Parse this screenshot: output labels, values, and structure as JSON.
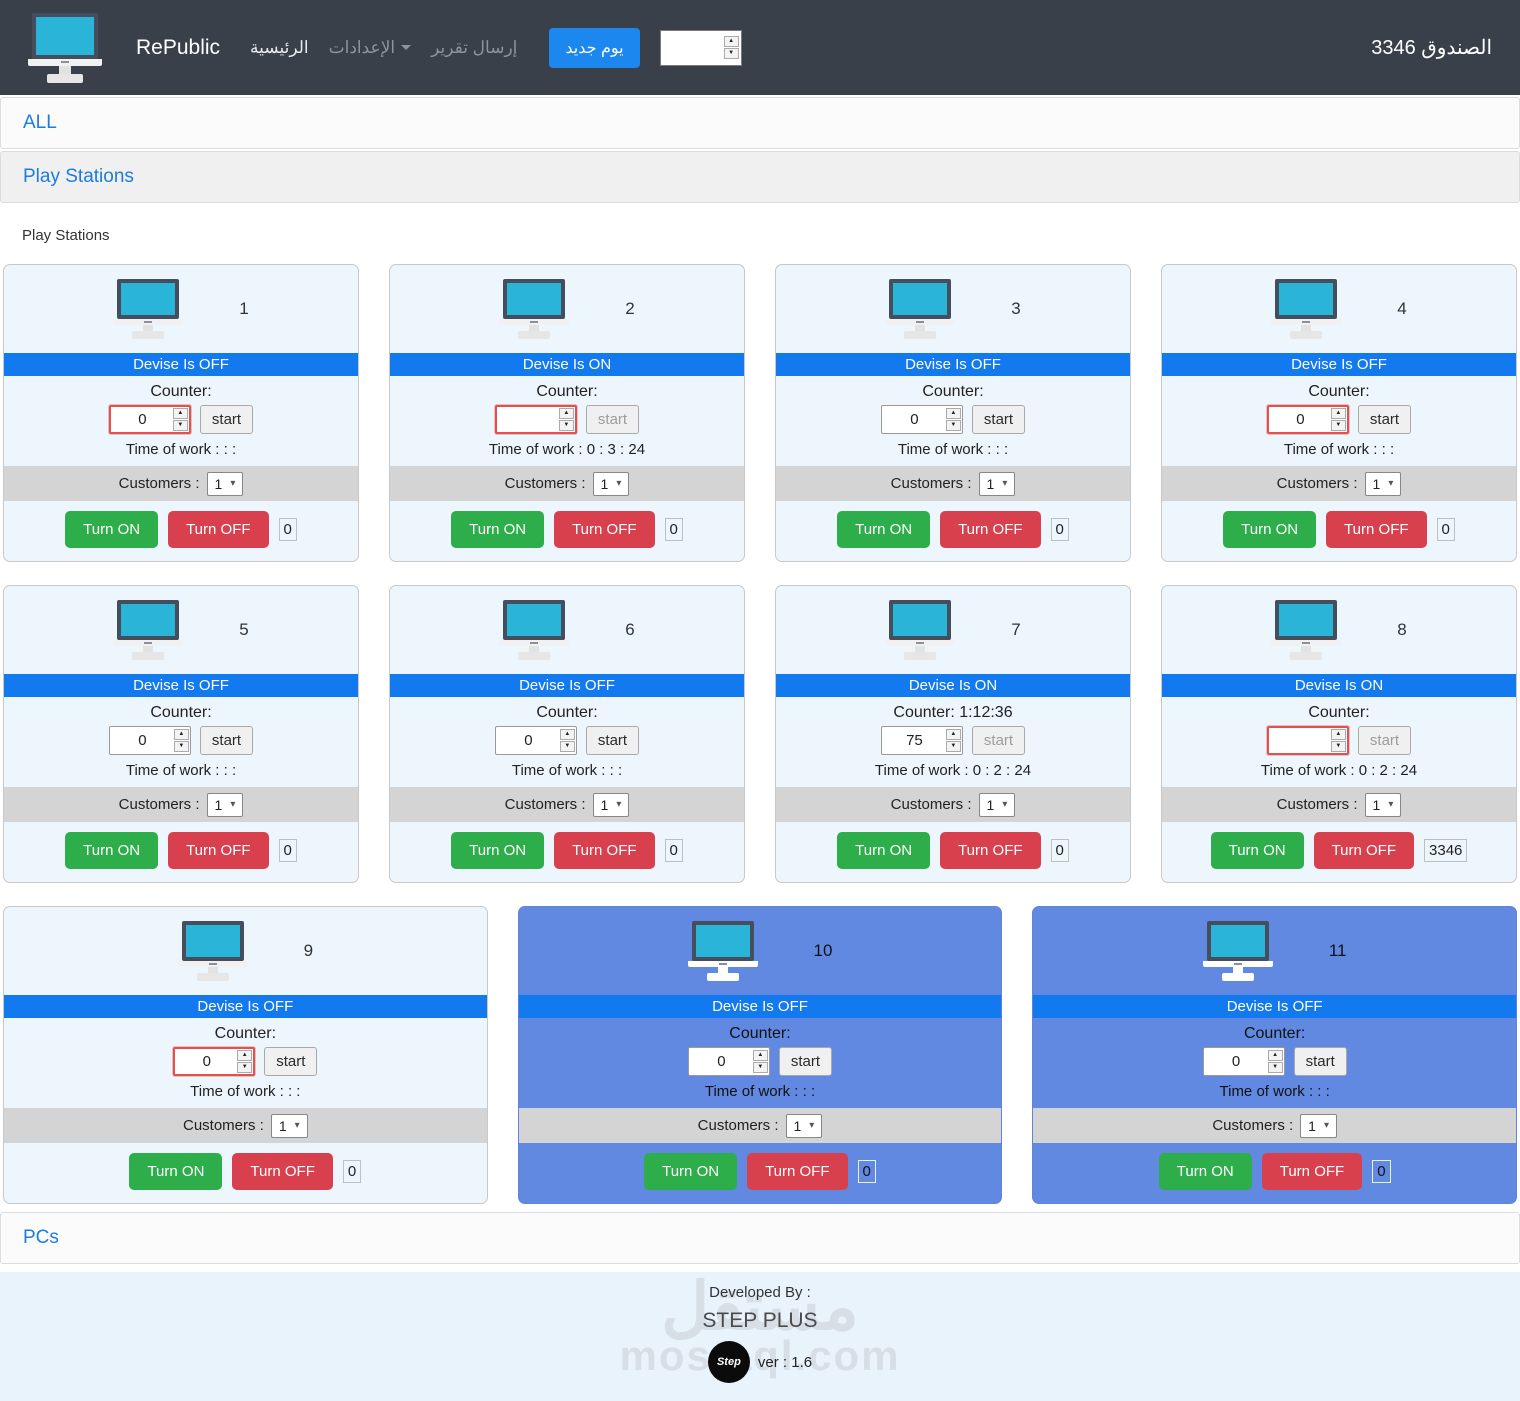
{
  "navbar": {
    "brand": "RePublic",
    "links": {
      "home": "الرئيسية",
      "settings": "الإعدادات",
      "send_report": "إرسال تقرير"
    },
    "new_day_button": "يوم جديد",
    "day_input_value": "",
    "cash_box": "الصندوق 3346"
  },
  "sections": {
    "all": "ALL",
    "play_stations": "Play Stations",
    "play_stations_sublabel": "Play Stations",
    "pcs": "PCs"
  },
  "card_common": {
    "counter_label": "Counter:",
    "start_label": "start",
    "customers_label": "Customers :",
    "turn_on": "Turn ON",
    "turn_off": "Turn OFF"
  },
  "cards": [
    {
      "number": "1",
      "status": "Devise Is OFF",
      "counter_label": "Counter:",
      "counter_value": "0",
      "counter_invalid": true,
      "start_disabled": false,
      "time_of_work": "Time of work : : :",
      "customers_value": "1",
      "badge": "0",
      "theme": "light"
    },
    {
      "number": "2",
      "status": "Devise Is ON",
      "counter_label": "Counter:",
      "counter_value": "",
      "counter_invalid": true,
      "start_disabled": true,
      "time_of_work": "Time of work : 0 : 3 : 24",
      "customers_value": "1",
      "badge": "0",
      "theme": "light"
    },
    {
      "number": "3",
      "status": "Devise Is OFF",
      "counter_label": "Counter:",
      "counter_value": "0",
      "counter_invalid": false,
      "start_disabled": false,
      "time_of_work": "Time of work : : :",
      "customers_value": "1",
      "badge": "0",
      "theme": "light"
    },
    {
      "number": "4",
      "status": "Devise Is OFF",
      "counter_label": "Counter:",
      "counter_value": "0",
      "counter_invalid": true,
      "start_disabled": false,
      "time_of_work": "Time of work : : :",
      "customers_value": "1",
      "badge": "0",
      "theme": "light"
    },
    {
      "number": "5",
      "status": "Devise Is OFF",
      "counter_label": "Counter:",
      "counter_value": "0",
      "counter_invalid": false,
      "start_disabled": false,
      "time_of_work": "Time of work : : :",
      "customers_value": "1",
      "badge": "0",
      "theme": "light"
    },
    {
      "number": "6",
      "status": "Devise Is OFF",
      "counter_label": "Counter:",
      "counter_value": "0",
      "counter_invalid": false,
      "start_disabled": false,
      "time_of_work": "Time of work : : :",
      "customers_value": "1",
      "badge": "0",
      "theme": "light"
    },
    {
      "number": "7",
      "status": "Devise Is ON",
      "counter_label": "Counter: 1:12:36",
      "counter_value": "75",
      "counter_invalid": false,
      "start_disabled": true,
      "time_of_work": "Time of work : 0 : 2 : 24",
      "customers_value": "1",
      "badge": "0",
      "theme": "light"
    },
    {
      "number": "8",
      "status": "Devise Is ON",
      "counter_label": "Counter:",
      "counter_value": "",
      "counter_invalid": true,
      "start_disabled": true,
      "time_of_work": "Time of work : 0 : 2 : 24",
      "customers_value": "1",
      "badge": "3346",
      "theme": "light"
    },
    {
      "number": "9",
      "status": "Devise Is OFF",
      "counter_label": "Counter:",
      "counter_value": "0",
      "counter_invalid": true,
      "start_disabled": false,
      "time_of_work": "Time of work : : :",
      "customers_value": "1",
      "badge": "0",
      "theme": "light"
    },
    {
      "number": "10",
      "status": "Devise Is OFF",
      "counter_label": "Counter:",
      "counter_value": "0",
      "counter_invalid": false,
      "start_disabled": false,
      "time_of_work": "Time of work : : :",
      "customers_value": "1",
      "badge": "0",
      "theme": "blue"
    },
    {
      "number": "11",
      "status": "Devise Is OFF",
      "counter_label": "Counter:",
      "counter_value": "0",
      "counter_invalid": false,
      "start_disabled": false,
      "time_of_work": "Time of work : : :",
      "customers_value": "1",
      "badge": "0",
      "theme": "blue"
    }
  ],
  "footer": {
    "developed_by": "Developed By :",
    "developer_name": "STEP PLUS",
    "logo_text": "Step",
    "version": "ver : 1.6",
    "watermark_ar": "مستقل",
    "watermark_en": "mostaql.com"
  },
  "colors": {
    "navbar_bg": "#3a4049",
    "accent_blue": "#1d87f0",
    "status_bar_blue": "#1279ef",
    "turn_on_green": "#2dae4a",
    "turn_off_red": "#d9404e",
    "card_light_bg": "#eef6fd",
    "card_blue_bg": "#6289e2",
    "monitor_screen": "#2ab5d8"
  }
}
